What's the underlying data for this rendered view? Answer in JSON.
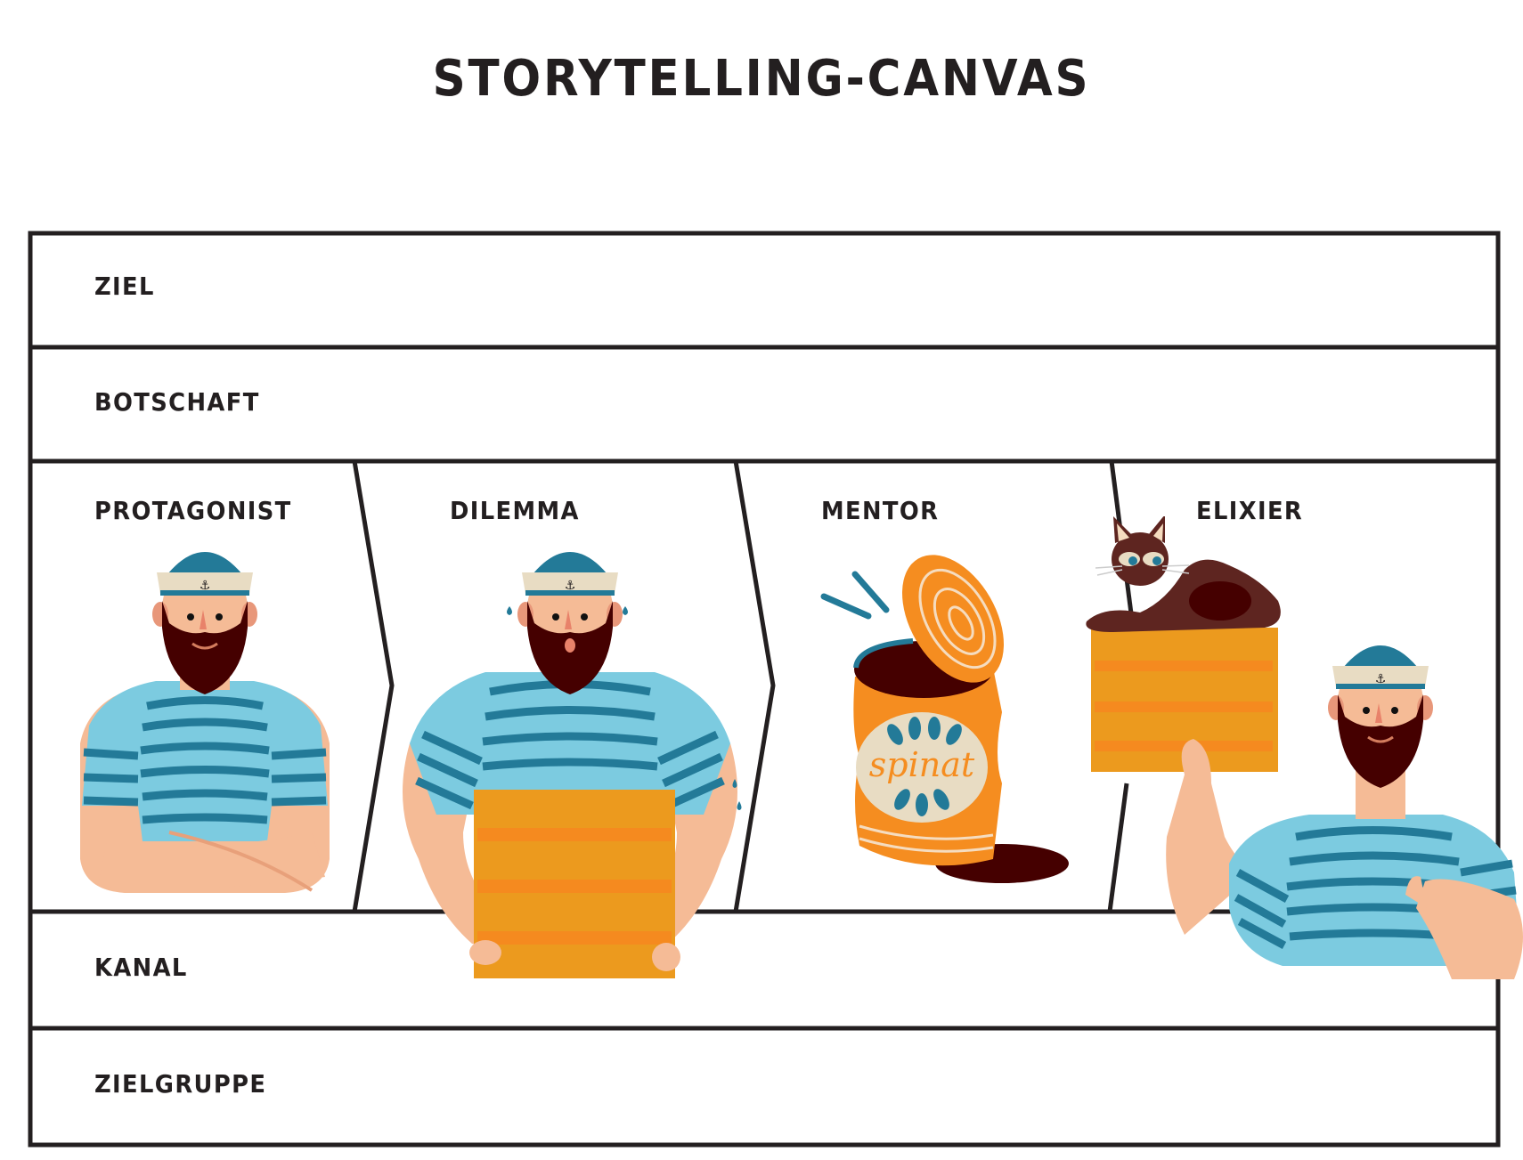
{
  "title": "STORYTELLING-CANVAS",
  "rows": {
    "ziel": "ZIEL",
    "botschaft": "BOTSCHAFT",
    "kanal": "KANAL",
    "zielgruppe": "ZIELGRUPPE"
  },
  "story_steps": [
    {
      "label": "PROTAGONIST",
      "illustration": "sailor-arms-crossed"
    },
    {
      "label": "DILEMMA",
      "illustration": "sailor-carrying-crate-sweating"
    },
    {
      "label": "MENTOR",
      "illustration": "open-spinach-can"
    },
    {
      "label": "ELIXIER",
      "illustration": "sailor-lifting-crate-with-cat"
    }
  ],
  "can_label": "spinat",
  "colors": {
    "line": "#231f20",
    "shirt_light": "#7ccbe0",
    "shirt_dark": "#237a98",
    "skin": "#f5bb96",
    "beard": "#450000",
    "hat_band": "#e8dcc3",
    "crate": "#ec9a1e",
    "crate_dark": "#f58a1f",
    "can_orange": "#f58d20",
    "cat": "#5e2520"
  }
}
